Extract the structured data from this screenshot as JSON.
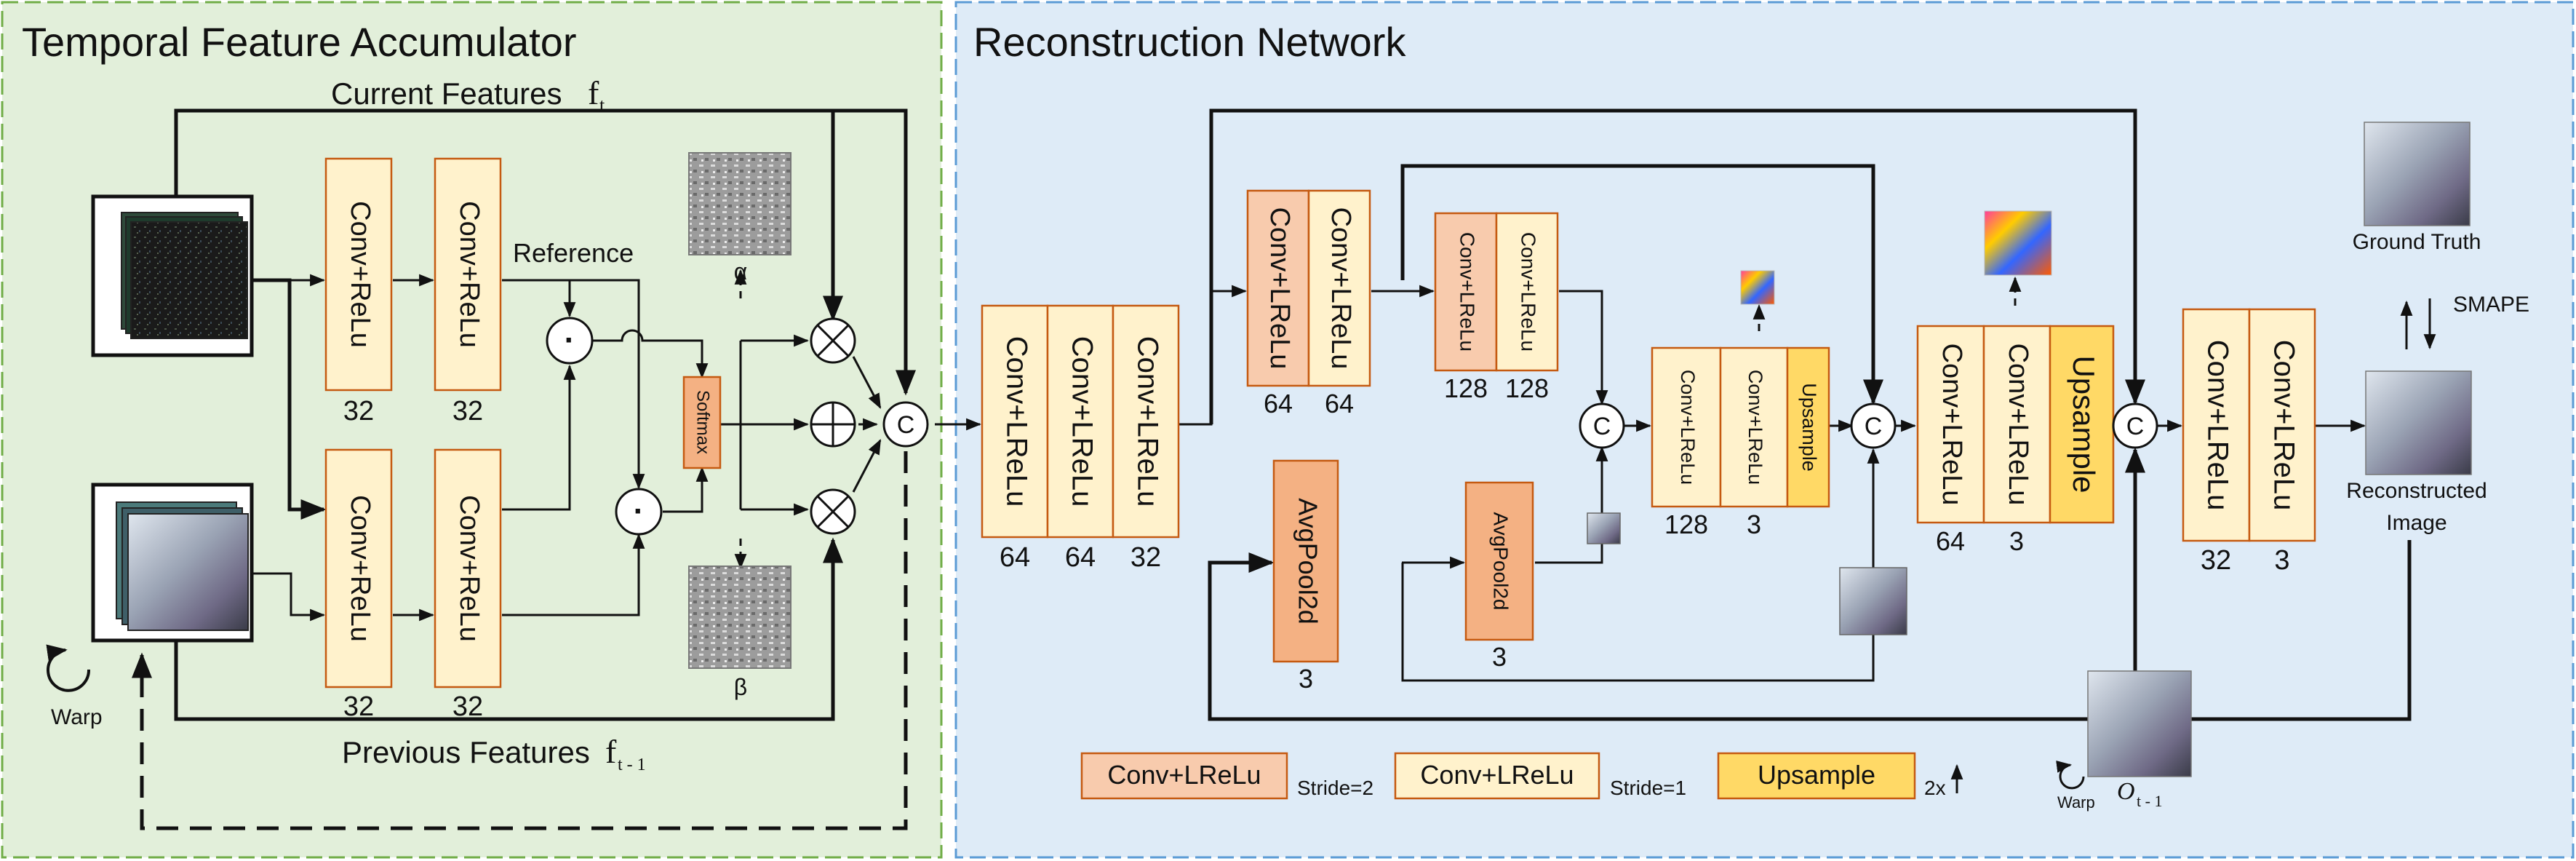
{
  "panels": {
    "left_title": "Temporal Feature Accumulator",
    "right_title": "Reconstruction  Network",
    "left_color": "#70ad47",
    "right_color": "#5b9bd5"
  },
  "colors": {
    "orange_fill": "#f8cbad",
    "yellow_fill": "#fff2cc",
    "upsample_fill": "#ffd966",
    "block_stroke": "#c55a11"
  },
  "tfa": {
    "current_features": "Current Features",
    "current_sym": "f",
    "current_sub": "t",
    "previous_features": "Previous Features",
    "previous_sym": "f",
    "previous_sub": "t - 1",
    "reference": "Reference",
    "softmax": "Softmax",
    "alpha": "α",
    "beta": "β",
    "warp": "Warp",
    "block1_label": "Conv+ReLu",
    "block1_num": "32",
    "block2_label": "Conv+ReLu",
    "block2_num": "32",
    "block3_label": "Conv+ReLu",
    "block3_num": "32",
    "block4_label": "Conv+ReLu",
    "block4_num": "32"
  },
  "ops": {
    "dot": "·",
    "concat": "C"
  },
  "recon": {
    "enc1": {
      "labels": [
        "Conv+LReLu",
        "Conv+LReLu",
        "Conv+LReLu"
      ],
      "nums": [
        "64",
        "64",
        "32"
      ]
    },
    "enc2": {
      "labels": [
        "Conv+LReLu",
        "Conv+LReLu"
      ],
      "nums": [
        "64",
        "64"
      ]
    },
    "enc3": {
      "labels": [
        "Conv+LReLu",
        "Conv+LReLu"
      ],
      "nums": [
        "128",
        "128"
      ]
    },
    "dec1": {
      "labels": [
        "Conv+LReLu",
        "Conv+LReLu",
        "Upsample"
      ],
      "nums": [
        "128",
        "3"
      ]
    },
    "dec2": {
      "labels": [
        "Conv+LReLu",
        "Conv+LReLu",
        "Upsample"
      ],
      "nums": [
        "64",
        "3"
      ]
    },
    "out": {
      "labels": [
        "Conv+LReLu",
        "Conv+LReLu"
      ],
      "nums": [
        "32",
        "3"
      ]
    },
    "pool1": {
      "label": "AvgPool2d",
      "num": "3"
    },
    "pool2": {
      "label": "AvgPool2d",
      "num": "3"
    },
    "ground_truth": "Ground Truth",
    "smape": "SMAPE",
    "reconstructed_line1": "Reconstructed",
    "reconstructed_line2": "Image",
    "o_sym": "O",
    "o_sub": "t - 1",
    "warp": "Warp"
  },
  "legend": {
    "item1": "Conv+LReLu",
    "item1_note": "Stride=2",
    "item2": "Conv+LReLu",
    "item2_note": "Stride=1",
    "item3": "Upsample",
    "item3_note": "2x"
  }
}
